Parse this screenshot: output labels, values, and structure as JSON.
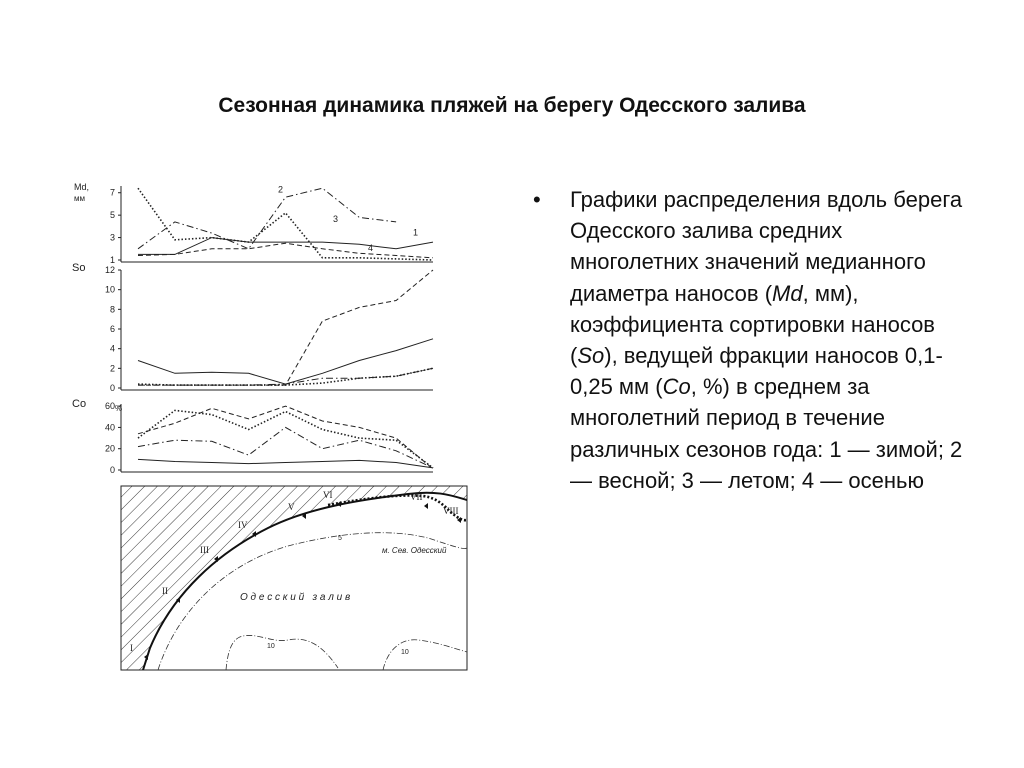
{
  "title": "Сезонная динамика пляжей на берегу Одесского залива",
  "bullet": {
    "marker": "•",
    "parts": [
      {
        "t": "Графики распределения вдоль берега Одесского залива средних многолетних значений медианного диаметра наносов ("
      },
      {
        "t": "Md",
        "i": true
      },
      {
        "t": ", мм), коэффициента сортировки наносов ("
      },
      {
        "t": "So",
        "i": true
      },
      {
        "t": "), ведущей фракции наносов 0,1-0,25 мм ("
      },
      {
        "t": "Co",
        "i": true
      },
      {
        "t": ", %) в среднем за многолетний период в течение различных сезонов года: 1 — зимой; 2 — весной; 3 — летом; 4 — осенью"
      }
    ]
  },
  "figure": {
    "md_label": "Md,",
    "md_unit": "мм",
    "so_label": "So",
    "co_label": "Co",
    "co_unit": "%",
    "map_bay_label": "О д е с с к и й   з а л и в",
    "map_cape_label": "м. Сев. Одесский",
    "map_isobath_5": "5",
    "map_isobath_10a": "10",
    "map_isobath_10b": "10",
    "map_sections": [
      "I",
      "II",
      "III",
      "IV",
      "V",
      "VI",
      "VII",
      "VIII"
    ]
  },
  "chart_data": [
    {
      "type": "line",
      "ylabel": "Md, мм",
      "yticks": [
        1,
        3,
        5,
        7
      ],
      "ylim": [
        1,
        7.6
      ],
      "x": [
        1,
        2,
        3,
        4,
        5,
        6,
        7,
        8,
        9
      ],
      "series": [
        {
          "name": "1",
          "style": "solid",
          "values": [
            1.5,
            1.5,
            3.0,
            2.6,
            2.6,
            2.6,
            2.4,
            2.0,
            2.6
          ]
        },
        {
          "name": "2",
          "style": "dashdot",
          "values": [
            2.0,
            4.4,
            3.4,
            2.0,
            6.6,
            7.4,
            4.8,
            4.4,
            null
          ]
        },
        {
          "name": "3",
          "style": "dotted",
          "values": [
            7.4,
            2.8,
            3.0,
            2.6,
            5.2,
            1.2,
            1.2,
            1.1,
            1.0
          ]
        },
        {
          "name": "4",
          "style": "dashed",
          "values": [
            1.4,
            1.5,
            2.0,
            2.0,
            2.5,
            2.0,
            1.6,
            1.4,
            1.2
          ]
        }
      ]
    },
    {
      "type": "line",
      "ylabel": "So",
      "yticks": [
        0,
        2,
        4,
        6,
        8,
        10,
        12
      ],
      "ylim": [
        0,
        12
      ],
      "x": [
        1,
        2,
        3,
        4,
        5,
        6,
        7,
        8,
        9
      ],
      "series": [
        {
          "name": "1",
          "style": "solid",
          "values": [
            2.8,
            1.5,
            1.6,
            1.5,
            0.4,
            1.5,
            2.8,
            3.8,
            5.0
          ]
        },
        {
          "name": "2",
          "style": "dashdot",
          "values": [
            0.3,
            0.3,
            0.3,
            0.3,
            0.4,
            1.0,
            1.0,
            1.2,
            2.0
          ]
        },
        {
          "name": "3",
          "style": "dotted",
          "values": [
            0.4,
            0.3,
            0.3,
            0.3,
            0.3,
            0.5,
            1.0,
            1.2,
            2.0
          ]
        },
        {
          "name": "4",
          "style": "dashed",
          "values": [
            0.3,
            0.3,
            0.3,
            0.3,
            0.3,
            6.8,
            8.2,
            8.9,
            12.0
          ]
        }
      ]
    },
    {
      "type": "line",
      "ylabel": "Co, %",
      "yticks": [
        0,
        20,
        40,
        60
      ],
      "ylim": [
        0,
        62
      ],
      "x": [
        1,
        2,
        3,
        4,
        5,
        6,
        7,
        8,
        9
      ],
      "series": [
        {
          "name": "1",
          "style": "solid",
          "values": [
            10,
            8,
            7,
            6,
            7,
            8,
            9,
            7,
            2
          ]
        },
        {
          "name": "2",
          "style": "dashdot",
          "values": [
            22,
            28,
            27,
            14,
            40,
            20,
            28,
            18,
            2
          ]
        },
        {
          "name": "3",
          "style": "dotted",
          "values": [
            30,
            56,
            52,
            38,
            55,
            38,
            30,
            28,
            2
          ]
        },
        {
          "name": "4",
          "style": "dashed",
          "values": [
            34,
            44,
            58,
            48,
            60,
            46,
            40,
            30,
            1
          ]
        }
      ]
    }
  ]
}
